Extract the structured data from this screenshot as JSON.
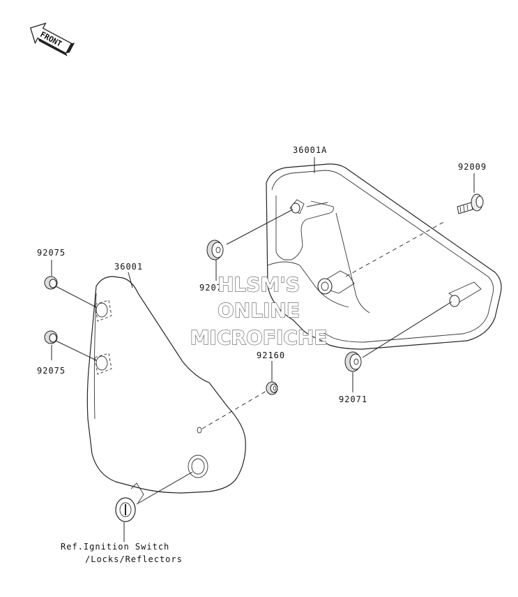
{
  "direction_label": "FRONT",
  "parts": [
    {
      "id": "p36001A",
      "number": "36001A"
    },
    {
      "id": "p92009",
      "number": "92009"
    },
    {
      "id": "p92075a",
      "number": "92075"
    },
    {
      "id": "p36001",
      "number": "36001"
    },
    {
      "id": "p9207x",
      "number": "9207"
    },
    {
      "id": "p92075b",
      "number": "92075"
    },
    {
      "id": "p92160",
      "number": "92160"
    },
    {
      "id": "p92071",
      "number": "92071"
    }
  ],
  "reference": {
    "line1": "Ref.Ignition Switch",
    "line2": "/Locks/Reflectors"
  },
  "watermark": {
    "line1": "HLSM'S",
    "line2": "ONLINE",
    "line3": "MICROFICHE"
  }
}
